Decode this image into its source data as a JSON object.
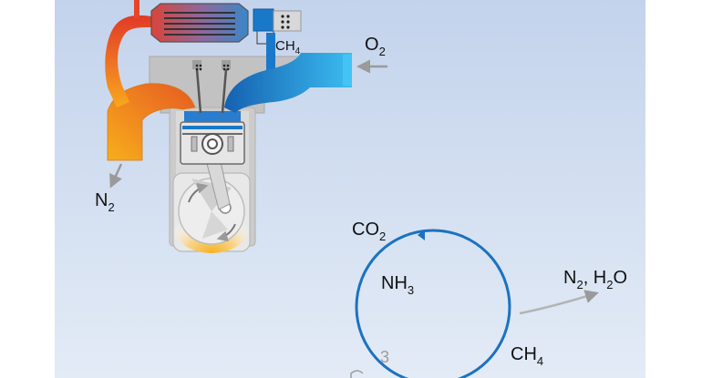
{
  "labels": {
    "ch4_top": {
      "main": "CH",
      "sub": "4"
    },
    "o2": {
      "main": "O",
      "sub": "2"
    },
    "n2": {
      "main": "N",
      "sub": "2"
    },
    "co2": {
      "main": "CO",
      "sub": "2"
    },
    "nh3": {
      "main": "NH",
      "sub": "3"
    },
    "products": {
      "p1": "N",
      "s1": "2",
      "p2": ", H",
      "s2": "2",
      "p3": "O"
    },
    "ch4_cycle": {
      "main": "CH",
      "sub": "4"
    },
    "faint_number": "3"
  },
  "colors": {
    "panel_top": "#c3d3ec",
    "panel_bottom": "#e2eaf6",
    "intake_blue": "#1a78c8",
    "intake_light": "#38b4ec",
    "exhaust_red": "#e04a2a",
    "exhaust_orange": "#f5a21c",
    "engine_grey": "#c4c4c4",
    "cycle_blue": "#1c72c0",
    "arrow_grey": "#9a9a9a"
  },
  "icons": {
    "cycle": "circular-arrow-icon",
    "output": "curved-arrow-icon",
    "inlet": "left-arrow-icon",
    "outlet": "down-arrow-icon"
  }
}
